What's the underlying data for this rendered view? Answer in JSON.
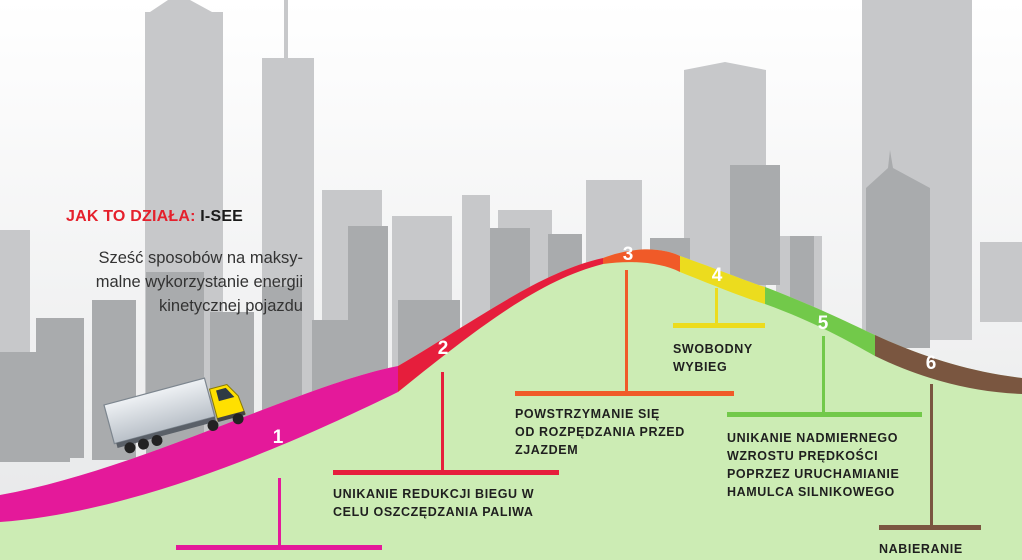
{
  "header": {
    "title_red": "JAK TO DZIAŁA:",
    "title_black": " I-SEE",
    "subtitle_lines": [
      "Sześć sposobów na maksy-",
      "malne wykorzystanie energii",
      "kinetycznej pojazdu"
    ]
  },
  "colors": {
    "sky_top": "#ffffff",
    "sky_bottom": "#e6e7e8",
    "buildings_far": "#c7c8ca",
    "buildings_near": "#a9abad",
    "ground": "#ccecb4",
    "seg1": "#e4199a",
    "seg2": "#e61e3c",
    "seg3": "#f05a28",
    "seg4": "#ecdc1e",
    "seg5": "#72c94a",
    "seg6": "#7a5640",
    "truck_cab": "#ffe000",
    "trailer": "#d8dde3"
  },
  "steps": [
    {
      "number": "1",
      "lines": []
    },
    {
      "number": "2",
      "lines": [
        "UNIKANIE REDUKCJI BIEGU W",
        "CELU OSZCZĘDZANIA PALIWA"
      ]
    },
    {
      "number": "3",
      "lines": [
        "POWSTRZYMANIE SIĘ",
        "OD ROZPĘDZANIA PRZED",
        "ZJAZDEM"
      ]
    },
    {
      "number": "4",
      "lines": [
        "SWOBODNY",
        "WYBIEG"
      ]
    },
    {
      "number": "5",
      "lines": [
        "UNIKANIE NADMIERNEGO",
        "WZROSTU PRĘDKOŚCI",
        "POPRZEZ URUCHAMIANIE",
        "HAMULCA SILNIKOWEGO"
      ]
    },
    {
      "number": "6",
      "lines": [
        "NABIERANIE"
      ]
    }
  ]
}
